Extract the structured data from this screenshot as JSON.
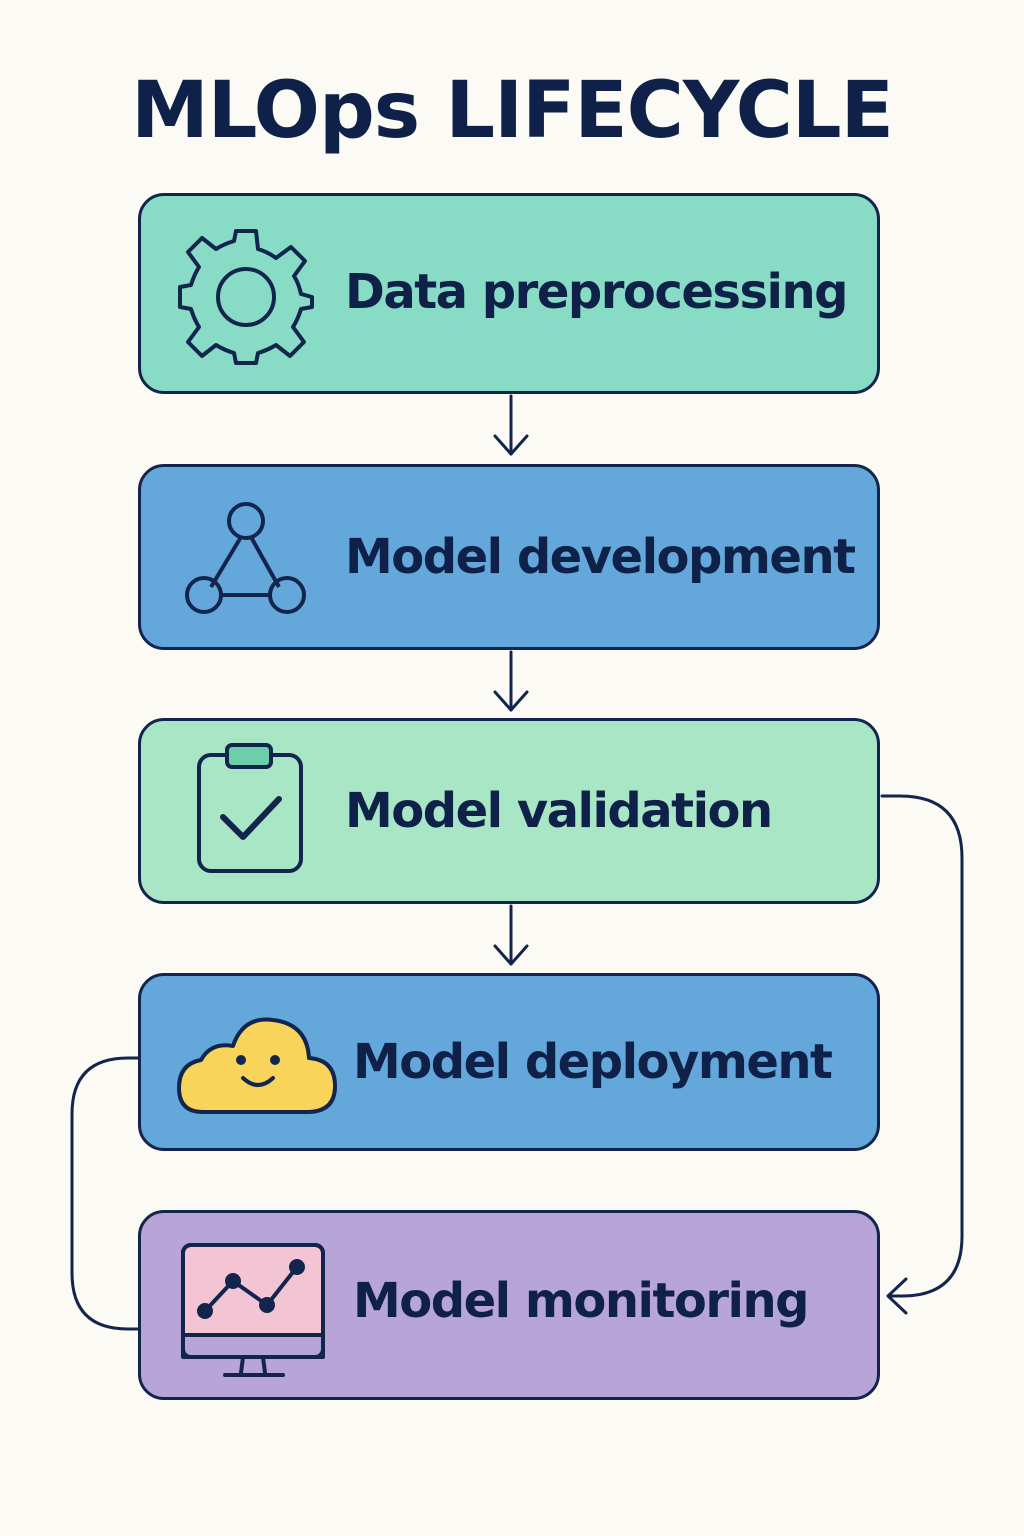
{
  "title": "MLOps LIFECYCLE",
  "colors": {
    "ink": "#0f2148",
    "background": "#fbfaf4",
    "teal": "#88dbc5",
    "blue": "#64a7da",
    "mint": "#a8e6c5",
    "lavender": "#b8a5d8",
    "yellow": "#f8d55a",
    "pink": "#f2c4d4"
  },
  "steps": [
    {
      "label": "Data preprocessing",
      "icon": "gear-icon"
    },
    {
      "label": "Model development",
      "icon": "network-triangle-icon"
    },
    {
      "label": "Model validation",
      "icon": "clipboard-check-icon"
    },
    {
      "label": "Model deployment",
      "icon": "cloud-smiley-icon"
    },
    {
      "label": "Model monitoring",
      "icon": "monitor-chart-icon"
    }
  ]
}
